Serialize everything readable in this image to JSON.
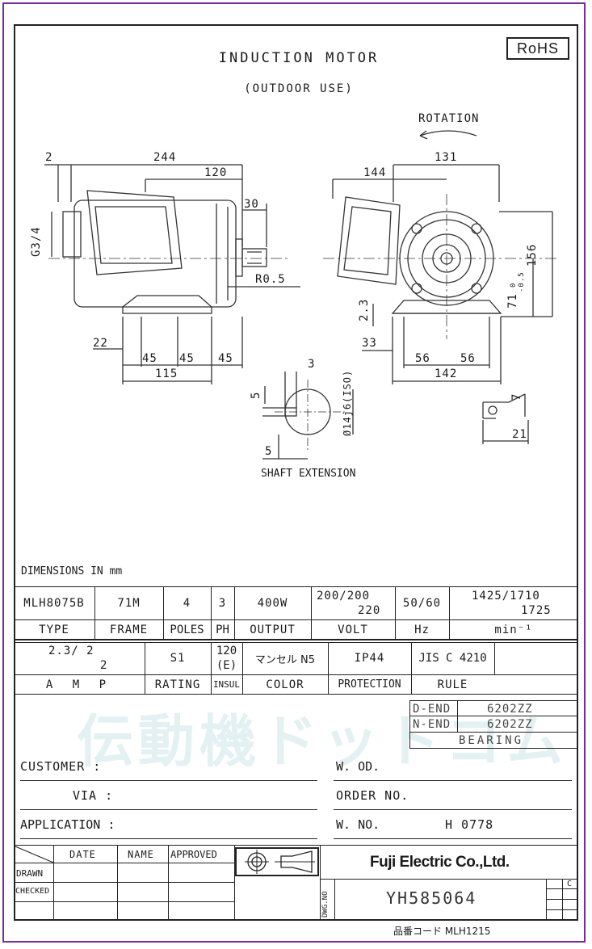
{
  "header": {
    "title": "INDUCTION MOTOR",
    "subtitle": "(OUTDOOR USE)",
    "rohs": "RoHS"
  },
  "drawing_labels": {
    "rotation": "ROTATION",
    "side_view": {
      "d_2": "2",
      "d_244": "244",
      "d_120": "120",
      "d_30": "30",
      "d_g34": "G3/4",
      "d_r05": "R0.5",
      "d_22": "22",
      "d_45a": "45",
      "d_45b": "45",
      "d_45c": "45",
      "d_115": "115"
    },
    "end_view": {
      "d_144": "144",
      "d_131": "131",
      "d_156": "156",
      "d_71": "71",
      "d_71_tol_upper": "0",
      "d_71_tol_lower": "-0.5",
      "d_23": "2.3",
      "d_33": "33",
      "d_56a": "56",
      "d_56b": "56",
      "d_142": "142"
    },
    "shaft": {
      "d_3": "3",
      "d_5a": "5",
      "d_5b": "5",
      "d_dia": "Ø14j6(ISO)",
      "caption": "SHAFT EXTENSION"
    },
    "foot_hole": {
      "d_7": "7",
      "d_21": "21"
    },
    "units_note": "DIMENSIONS IN mm"
  },
  "spec_row1": {
    "values": [
      "MLH8075B",
      "71M",
      "4",
      "3",
      "400W"
    ],
    "volt_top": "200/200",
    "volt_bottom": "220",
    "hz": "50/60",
    "rpm_top": "1425/1710",
    "rpm_bottom": "1725",
    "headers": [
      "TYPE",
      "FRAME",
      "POLES",
      "PH",
      "OUTPUT",
      "VOLT",
      "Hz",
      "min⁻¹"
    ]
  },
  "spec_row2": {
    "amp_top": "2.3/ 2",
    "amp_bottom": "2",
    "rating": "S1",
    "insul_top": "120",
    "insul_bottom": "(E)",
    "color": "マンセル N5",
    "protection": "IP44",
    "rule": "JIS C 4210",
    "headers": [
      "A M P",
      "RATING",
      "INSUL",
      "COLOR",
      "PROTECTION",
      "RULE"
    ]
  },
  "bearing": {
    "d_end_label": "D-END",
    "d_end_value": "6202ZZ",
    "n_end_label": "N-END",
    "n_end_value": "6202ZZ",
    "title": "BEARING"
  },
  "watermark": "伝動機ドットコム",
  "order_info": {
    "customer": "CUSTOMER :",
    "via": "VIA :",
    "application": "APPLICATION :",
    "wod": "W. OD.",
    "order_no": "ORDER NO.",
    "wno_label": "W. NO.",
    "wno_value": "H 0778"
  },
  "title_block": {
    "date": "DATE",
    "name": "NAME",
    "approved": "APPROVED",
    "drawn": "DRAWN",
    "checked": "CHECKED",
    "company": "Fuji Electric Co.,Ltd.",
    "dwg_label": "DWG.NO",
    "dwg_no": "YH585064",
    "rev": "C"
  },
  "footer": {
    "product_code": "品番コード MLH1215"
  }
}
